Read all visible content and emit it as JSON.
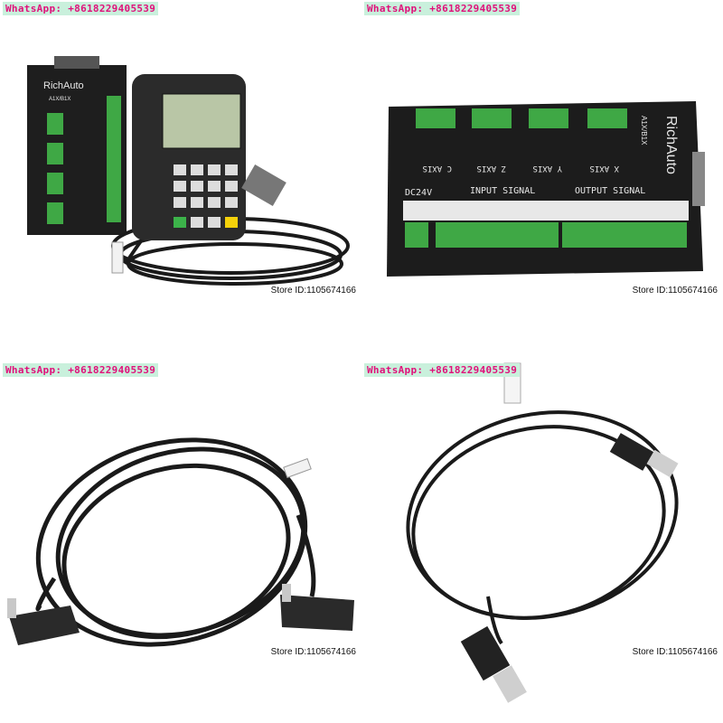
{
  "watermark": "WhatsApp: +8618229405539",
  "store_id": "Store ID:1105674166",
  "colors": {
    "watermark_bg": "#c9f0dc",
    "watermark_text": "#e0107a",
    "terminal_green": "#3fa845",
    "board_black": "#1c1c1c"
  },
  "product": {
    "brand": "RichAuto",
    "model": "A1X/B1X",
    "axes": [
      "C AXIS",
      "Z AXIS",
      "Y AXIS",
      "X AXIS"
    ],
    "power_label": "DC24V",
    "input_label": "INPUT SIGNAL",
    "output_label": "OUTPUT SIGNAL"
  }
}
